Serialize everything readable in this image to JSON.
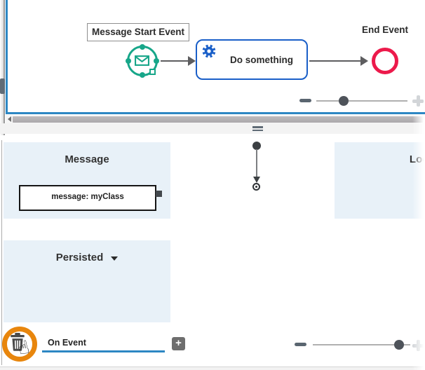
{
  "diagram": {
    "start_event_label": "Message Start Event",
    "task_label": "Do something",
    "end_event_label": "End Event"
  },
  "palette": {
    "message_panel": {
      "title": "Message",
      "box_label": "message: myClass"
    },
    "local_panel": {
      "title": "Local"
    },
    "persisted_panel": {
      "title": "Persisted"
    }
  },
  "footer": {
    "tab_label": "On Event",
    "add_button_label": "+"
  },
  "zoom_controls": {
    "top": {
      "thumb_position_pct": 26
    },
    "bottom": {
      "thumb_position_pct": 85
    }
  },
  "icons": {
    "start_event": "envelope-icon",
    "task": "gear-icon",
    "delete": "trash-icon",
    "cursor_overlay": "hand-pointer-icon",
    "persisted_header": "caret-down-icon"
  },
  "colors": {
    "accent_blue": "#2d87c3",
    "task_blue": "#1a5fc8",
    "event_teal": "#17a689",
    "end_event_red": "#ec1a4b",
    "annotation_orange": "#e8860d",
    "panel_background": "#e8f1f8"
  }
}
